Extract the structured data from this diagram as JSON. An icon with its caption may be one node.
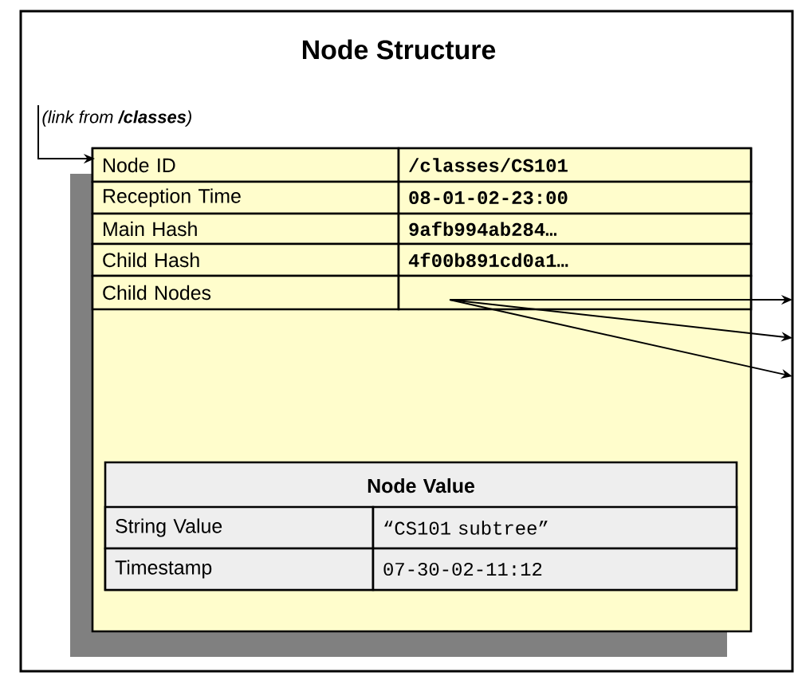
{
  "diagram": {
    "title": "Node Structure",
    "nodes": [
      {
        "text": [
          "(link from **/classes**)"
        ]
      },
      {
        "text": [],
        "shape": "box"
      },
      {
        "text": [
          "Node ID"
        ],
        "in": 1
      },
      {
        "text": [
          "/classes/CS101"
        ],
        "in": 1
      },
      {
        "text": [
          "Reception Time"
        ],
        "in": 1
      },
      {
        "text": [
          "08-01-02-23:00"
        ],
        "in": 1
      },
      {
        "text": [
          "Main Hash"
        ],
        "in": 1
      },
      {
        "text": [
          "9afb994ab284…"
        ],
        "in": 1
      },
      {
        "text": [
          "Child Hash"
        ],
        "in": 1
      },
      {
        "text": [
          "4f00b891cd0a1…"
        ],
        "in": 1
      },
      {
        "text": [
          "Child Nodes"
        ],
        "in": 1
      },
      {
        "text": [],
        "shape": "box",
        "in": 1
      },
      {
        "text": [
          "Node Value"
        ],
        "in": 1
      },
      {
        "text": [
          "String Value"
        ],
        "in": 12
      },
      {
        "text": [
          "“CS101 subtree”"
        ],
        "in": 12
      },
      {
        "text": [
          "Timestamp"
        ],
        "in": 12
      },
      {
        "text": [
          "07-30-02-11:12"
        ],
        "in": 12
      }
    ],
    "edges": [
      {
        "from": 0,
        "to": 2,
        "arrow": "to"
      },
      {
        "from": 11,
        "to": null,
        "arrow": "to"
      },
      {
        "from": 11,
        "to": null,
        "arrow": "to"
      },
      {
        "from": 11,
        "to": null,
        "arrow": "to"
      }
    ]
  }
}
